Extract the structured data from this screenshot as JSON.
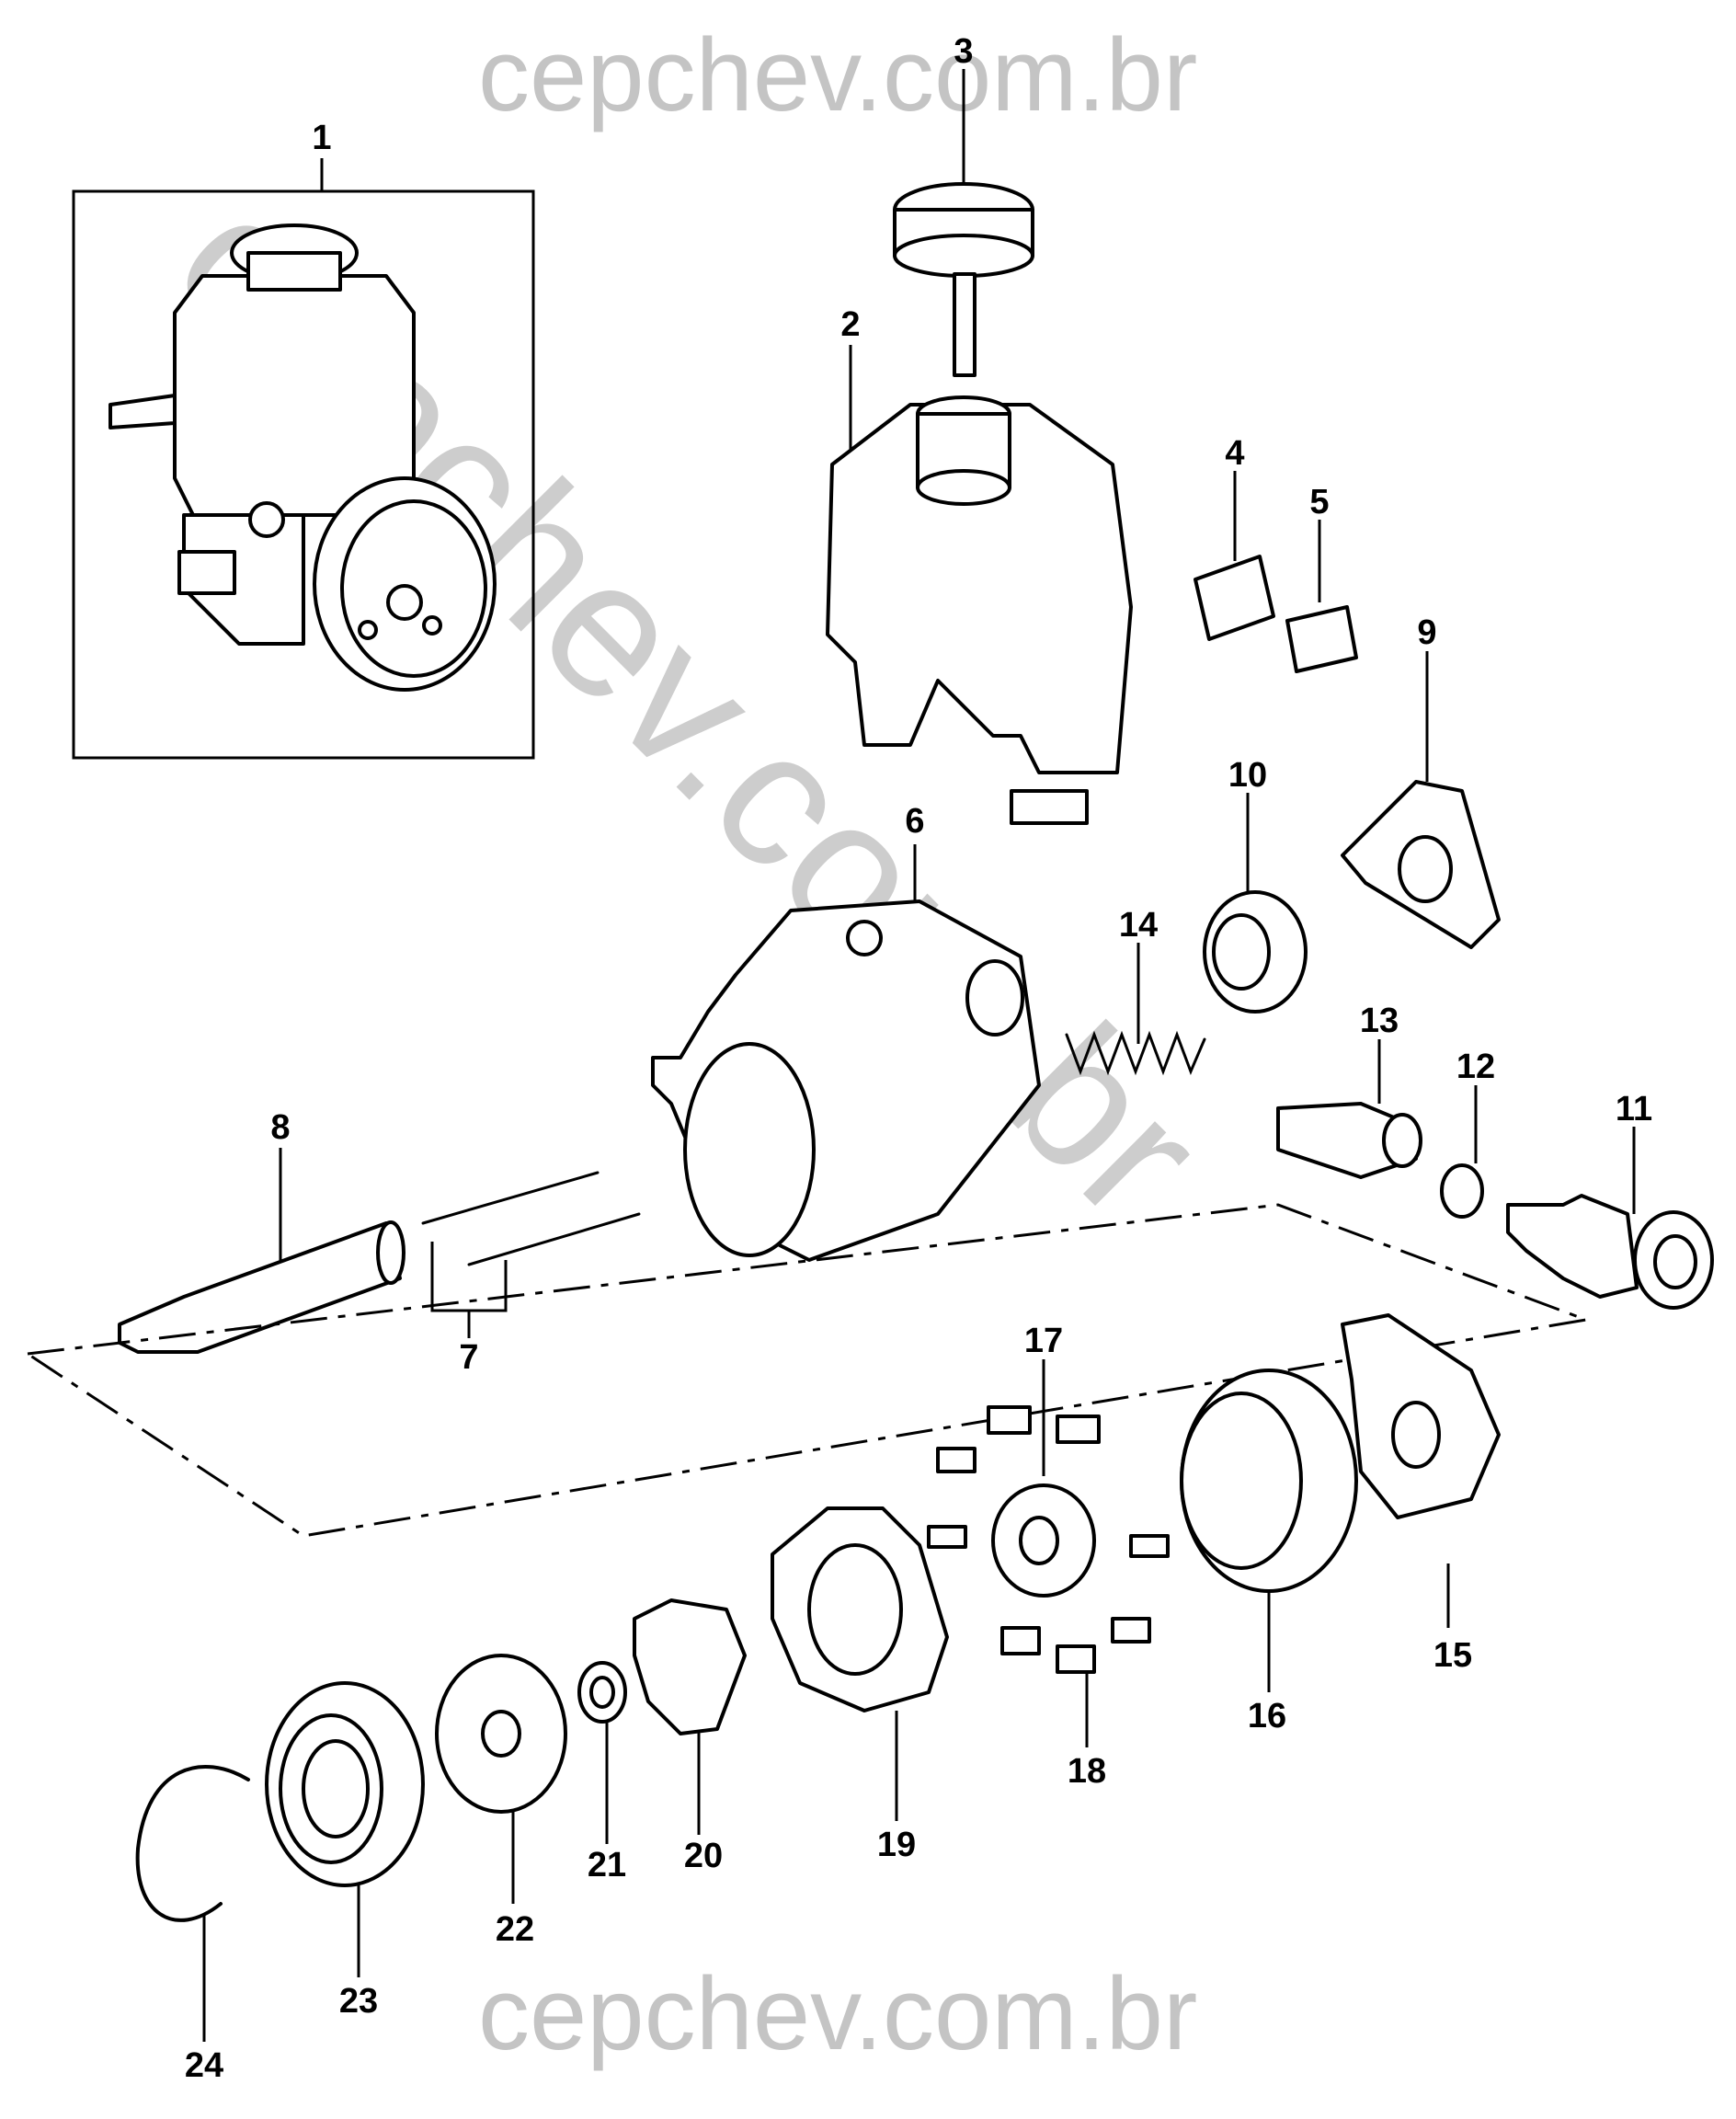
{
  "watermark": {
    "top": "cepchev.com.br",
    "bottom": "cepchev.com.br",
    "diagonal": "cepchev.com.br"
  },
  "callouts": [
    "1",
    "2",
    "3",
    "4",
    "5",
    "6",
    "7",
    "8",
    "9",
    "10",
    "11",
    "12",
    "13",
    "14",
    "15",
    "16",
    "17",
    "18",
    "19",
    "20",
    "21",
    "22",
    "23",
    "24"
  ]
}
